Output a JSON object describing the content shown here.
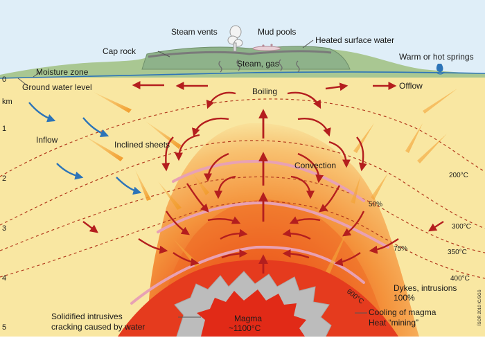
{
  "surface_labels": {
    "steam_vents": "Steam vents",
    "mud_pools": "Mud pools",
    "heated_surface_water": "Heated surface water",
    "cap_rock": "Cap rock",
    "warm_springs": "Warm or hot springs",
    "moisture_zone": "Moisture zone",
    "steam_gas": "Steam, gas",
    "ground_water_level": "Ground water level"
  },
  "process_labels": {
    "boiling": "Boiling",
    "offlow": "Offlow",
    "inflow": "Inflow",
    "inclined_sheets": "Inclined sheets",
    "convection": "Convection",
    "dykes_line1": "Dykes, intrusions",
    "dykes_line2": "100%",
    "magma_line1": "Magma",
    "magma_line2": "~1100°C",
    "solidified_line1": "Solidified intrusives",
    "solidified_line2": "cracking caused by water",
    "cooling_line1": "Cooling of magma",
    "cooling_line2": "Heat “mining”"
  },
  "isotherms": [
    "200°C",
    "300°C",
    "350°C",
    "400°C",
    "600°C"
  ],
  "percentages": [
    "50%",
    "75%"
  ],
  "depth_axis": {
    "unit": "km",
    "ticks": [
      "0",
      "1",
      "2",
      "3",
      "4",
      "5"
    ]
  },
  "credit": "ÍSOR 2010 IC/SGS",
  "colors": {
    "sky": "#dfeef8",
    "ground": "#f9e7a2",
    "cap_rock": "#8eb28a",
    "moisture": "#a9c792",
    "water": "#2d74b8",
    "arrow": "#b41e1e",
    "magma": "#e8391d",
    "solid": "#b9b9b9",
    "sheet": "#f1a23a"
  }
}
